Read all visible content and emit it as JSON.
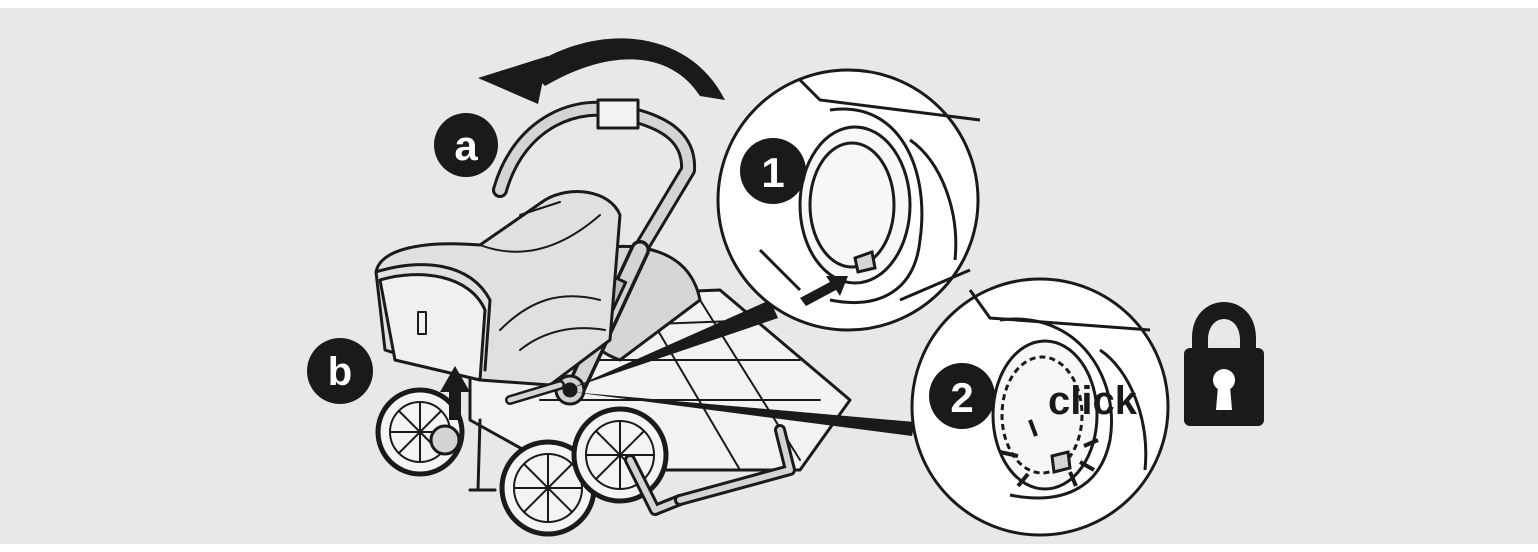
{
  "diagram": {
    "steps": [
      {
        "marker": "a"
      },
      {
        "marker": "b"
      },
      {
        "marker": "1"
      },
      {
        "marker": "2"
      }
    ],
    "click_text": "click",
    "icons": [
      "rotate-arrow-icon",
      "up-arrow-icon",
      "push-arrow-icon",
      "padlock-icon"
    ],
    "colors": {
      "background": "#e8e8e8",
      "line": "#1a1a1a",
      "fill_light": "#f4f4f4",
      "fill_mid": "#d4d4d4",
      "marker": "#1a1a1a"
    }
  }
}
